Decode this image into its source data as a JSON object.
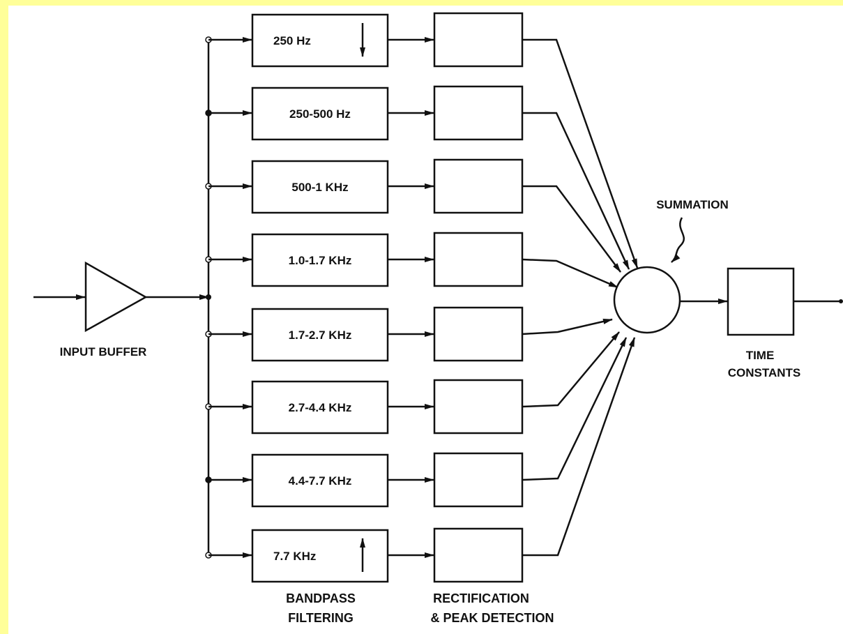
{
  "labels": {
    "input_buffer": "INPUT BUFFER",
    "summation": "SUMMATION",
    "time_constants_1": "TIME",
    "time_constants_2": "CONSTANTS",
    "bandpass_1": "BANDPASS",
    "bandpass_2": "FILTERING",
    "rect_1": "RECTIFICATION",
    "rect_2": "& PEAK DETECTION"
  },
  "bands": [
    {
      "label": "250 Hz",
      "arrow": "down"
    },
    {
      "label": "250-500 Hz",
      "arrow": ""
    },
    {
      "label": "500-1 KHz",
      "arrow": ""
    },
    {
      "label": "1.0-1.7 KHz",
      "arrow": ""
    },
    {
      "label": "1.7-2.7 KHz",
      "arrow": ""
    },
    {
      "label": "2.7-4.4 KHz",
      "arrow": ""
    },
    {
      "label": "4.4-7.7 KHz",
      "arrow": ""
    },
    {
      "label": "7.7 KHz",
      "arrow": "up"
    }
  ]
}
